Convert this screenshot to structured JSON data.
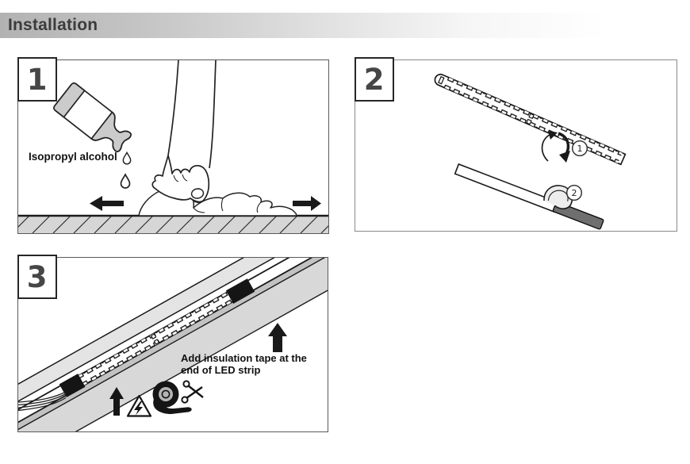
{
  "header": {
    "title": "Installation"
  },
  "panels": {
    "p1": {
      "number": "1",
      "bottle_label": "Isopropyl alcohol"
    },
    "p2": {
      "number": "2",
      "marker1": "1",
      "marker2": "2"
    },
    "p3": {
      "number": "3",
      "note_line1": "Add insulation tape at the",
      "note_line2": "end of LED strip"
    }
  },
  "colors": {
    "header_gradient_left": "#b2b2b2",
    "header_gradient_right": "#ffffff",
    "header_text": "#3b3b3b",
    "panel_border": "#5a5a5a",
    "line_ink": "#1a1a1a",
    "surface_hatch_gray": "#d6d6d6",
    "bottle_gray": "#cbcbcb",
    "channel_flange_gray": "#e4e4e4",
    "channel_mid_gray": "#c2c2c2",
    "channel_surface_gray": "#d8d8d8",
    "adhesive_gray": "#6f6f6f",
    "tape_black": "#151515"
  }
}
